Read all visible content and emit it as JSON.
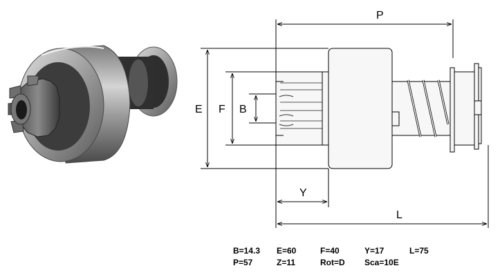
{
  "dimension_labels": {
    "P": "P",
    "E": "E",
    "F": "F",
    "B": "B",
    "Y": "Y",
    "L": "L"
  },
  "specs": {
    "row1": [
      "B=14.3",
      "E=60",
      "F=40",
      "Y=17",
      "L=75"
    ],
    "row2": [
      "P=57",
      "Z=11",
      "Rot=D",
      "Sca=10E"
    ]
  },
  "colors": {
    "line": "#000000",
    "part_fill": "#f7f7f7",
    "metal_dark": "#3a3a3a",
    "metal_light": "#b9b9b9"
  },
  "icons": {
    "photo": "starter-drive-pinion-photo"
  }
}
